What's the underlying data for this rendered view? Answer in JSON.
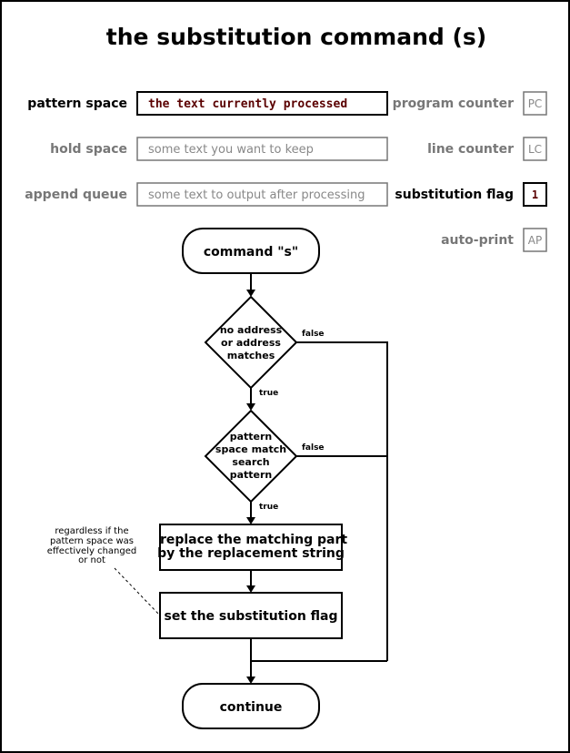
{
  "title": "the substitution command (s)",
  "buffers": {
    "pattern_space": {
      "label": "pattern space",
      "value": "the text currently processed"
    },
    "hold_space": {
      "label": "hold space",
      "value": "some text you want to keep"
    },
    "append_queue": {
      "label": "append queue",
      "value": "some text to output after processing"
    }
  },
  "registers": {
    "program_counter": {
      "label": "program counter",
      "value": "PC"
    },
    "line_counter": {
      "label": "line counter",
      "value": "LC"
    },
    "substitution_flag": {
      "label": "substitution flag",
      "value": "1"
    },
    "auto_print": {
      "label": "auto-print",
      "value": "AP"
    }
  },
  "flow": {
    "start": "command \"s\"",
    "decision1": {
      "line1": "no address",
      "line2": "or address",
      "line3": "matches"
    },
    "decision2": {
      "line1": "pattern",
      "line2": "space match",
      "line3": "search",
      "line4": "pattern"
    },
    "edge_true": "true",
    "edge_false": "false",
    "replace": {
      "line1": "replace the matching part",
      "line2": "by the replacement string"
    },
    "set_flag": "set the substitution flag",
    "end": "continue",
    "note": {
      "line1": "regardless if the",
      "line2": "pattern space was",
      "line3": "effectively changed",
      "line4": "or not"
    }
  }
}
